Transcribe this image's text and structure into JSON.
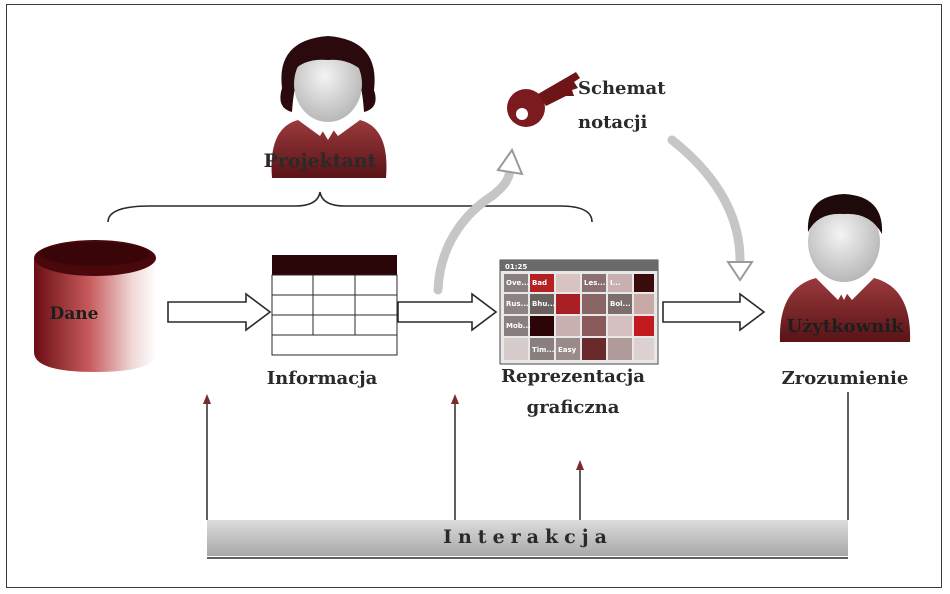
{
  "colors": {
    "accent_arrow": "#c6c6c6",
    "person_body": "#6e1f22",
    "interaction_bar": "#b8b8b8"
  },
  "labels": {
    "designer": "Projektant",
    "user": "Użytkownik",
    "data": "Dane",
    "information": "Informacja",
    "representation_line1": "Reprezentacja",
    "representation_line2": "graficzna",
    "understanding": "Zrozumienie",
    "schema_line1": "Schemat",
    "schema_line2": "notacji",
    "interaction": "Interakcja"
  },
  "icons": {
    "designer": "woman-person-icon",
    "user": "man-person-icon",
    "schema": "key-icon",
    "data": "database-cylinder-icon",
    "information": "table-grid-icon",
    "representation": "treemap-window-icon"
  },
  "representation_window": {
    "title": "01:25",
    "cells": [
      "Ove...",
      "Bad",
      "Les...",
      "I...",
      "Rus...",
      "Bhu...",
      "Bol...",
      "Mob...",
      "Tim...",
      "Easy"
    ]
  }
}
